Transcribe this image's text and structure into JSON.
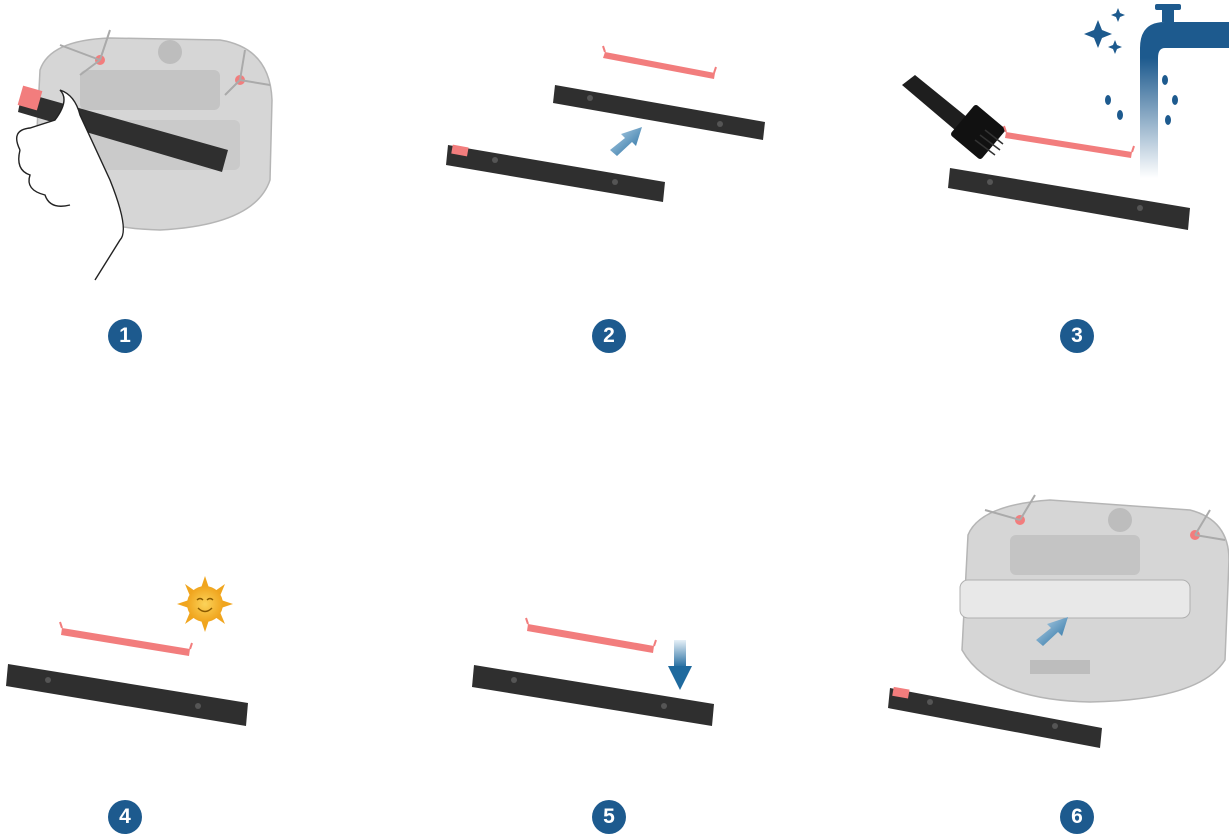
{
  "steps": [
    {
      "number": "1"
    },
    {
      "number": "2"
    },
    {
      "number": "3"
    },
    {
      "number": "4"
    },
    {
      "number": "5"
    },
    {
      "number": "6"
    }
  ],
  "colors": {
    "badge": "#1d5a8e",
    "bar": "#2f2f2f",
    "strip": "#f27d7d",
    "arrow": "#1f6a9e",
    "robot": "#d0d0d0",
    "sun": "#f5b82e",
    "water": "#1d5a8e"
  },
  "icons": [
    "robot-vacuum-icon",
    "hand-icon",
    "bracket-bar-icon",
    "rubber-strip-icon",
    "arrow-icon",
    "brush-icon",
    "faucet-icon",
    "sparkle-icon",
    "sun-icon"
  ]
}
